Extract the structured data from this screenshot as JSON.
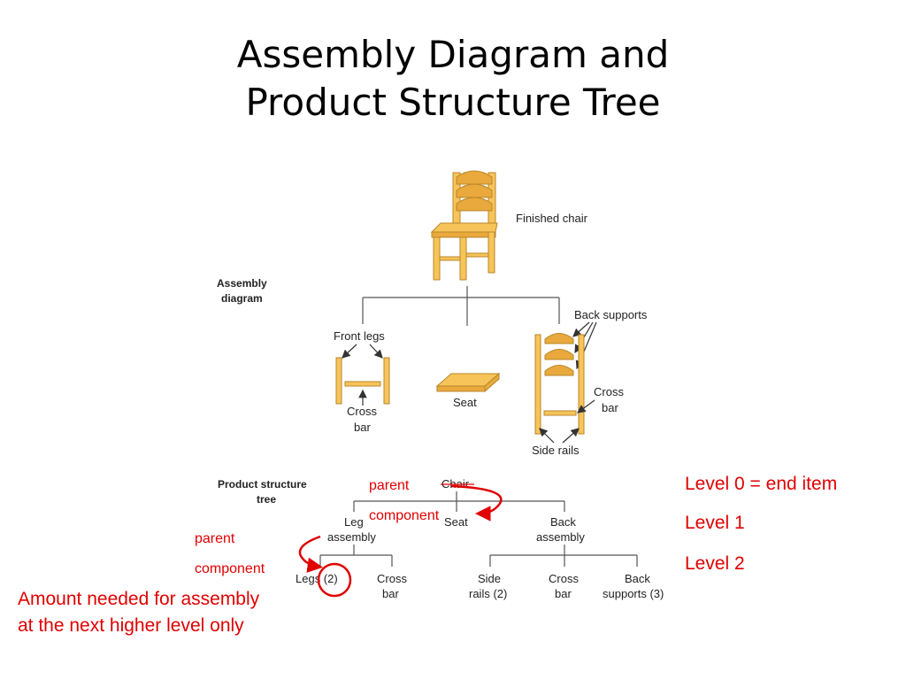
{
  "title": {
    "line1": "Assembly Diagram and",
    "line2": "Product Structure Tree"
  },
  "assembly": {
    "section_label_1": "Assembly",
    "section_label_2": "diagram",
    "finished_chair": "Finished chair",
    "front_legs": "Front legs",
    "cross_bar_1": "Cross",
    "cross_bar_2": "bar",
    "seat": "Seat",
    "back_supports": "Back supports",
    "cross_bar_right_1": "Cross",
    "cross_bar_right_2": "bar",
    "side_rails": "Side rails"
  },
  "tree": {
    "section_label_1": "Product structure",
    "section_label_2": "tree",
    "root": "Chair",
    "leg_assembly_1": "Leg",
    "leg_assembly_2": "assembly",
    "seat": "Seat",
    "back_assembly_1": "Back",
    "back_assembly_2": "assembly",
    "legs": "Legs (2)",
    "cross_bar_1": "Cross",
    "cross_bar_2": "bar",
    "side_rails_1": "Side",
    "side_rails_2": "rails (2)",
    "cross_bar_b_1": "Cross",
    "cross_bar_b_2": "bar",
    "back_supports_1": "Back",
    "back_supports_2": "supports (3)"
  },
  "annotations": {
    "parent_top": "parent",
    "component_top": "component",
    "parent_left": "parent",
    "component_left": "component",
    "amount_1": "Amount needed for assembly",
    "amount_2": "at the next higher level only",
    "level0": "Level 0 = end item",
    "level1": "Level  1",
    "level2": "Level 2"
  },
  "colors": {
    "annotation": "#e00000",
    "wood": "#f7c45a"
  }
}
